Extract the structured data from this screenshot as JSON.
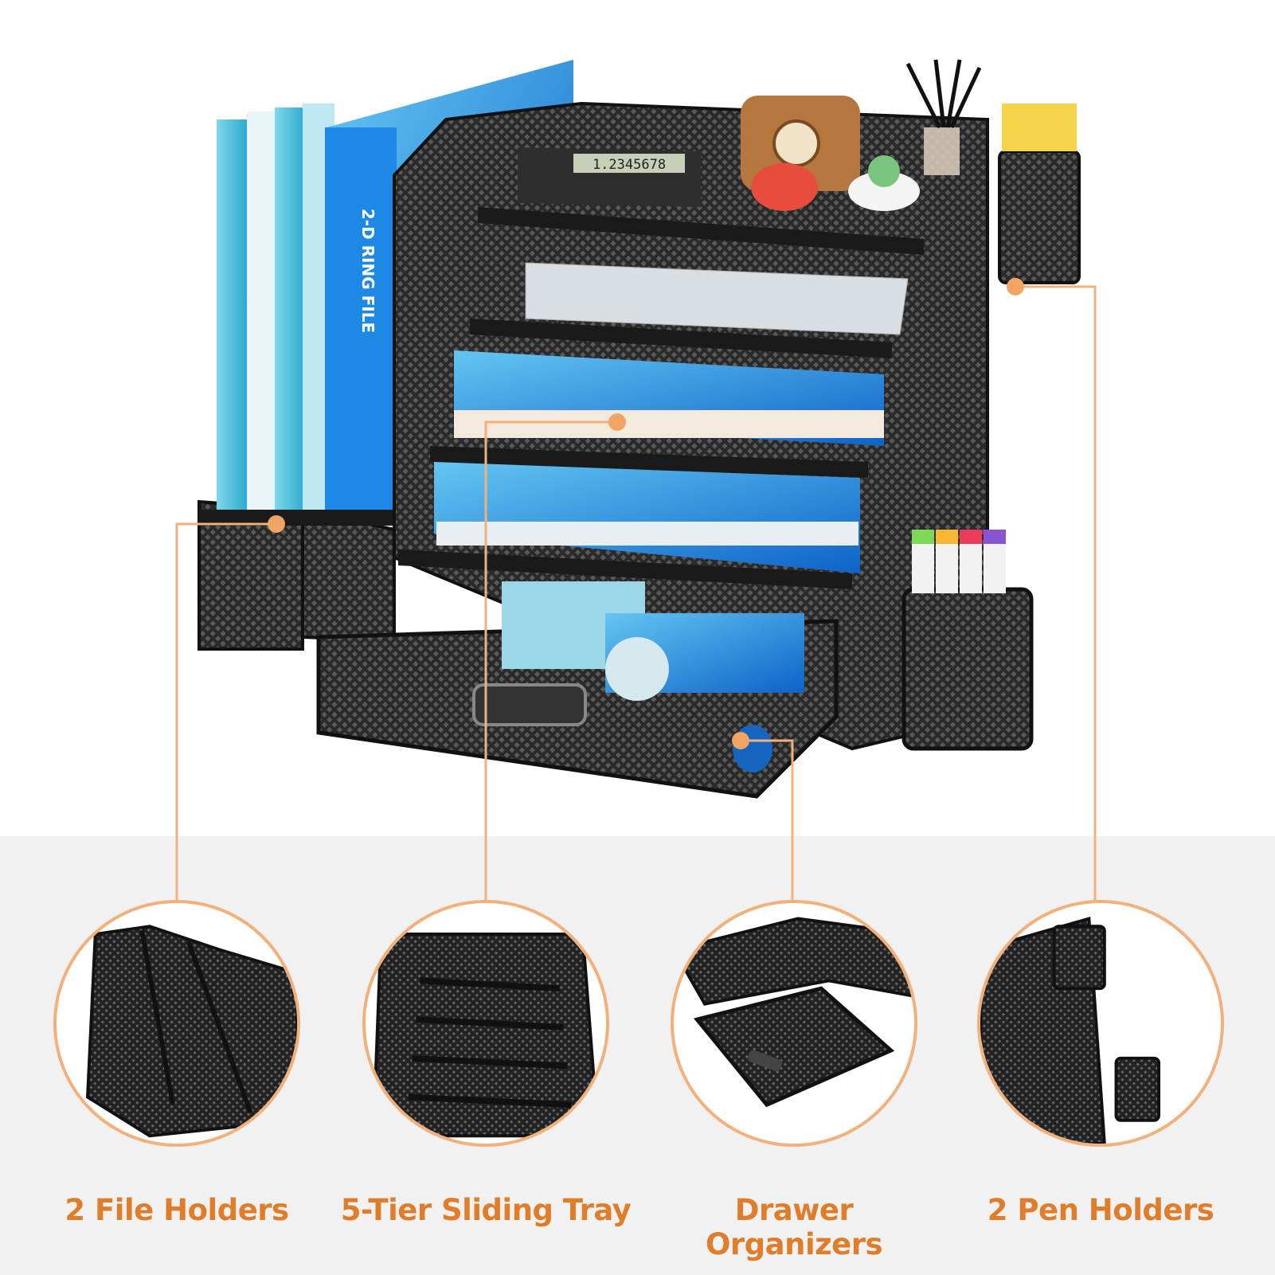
{
  "binder_spine_text": "2-D RING FILE",
  "calculator_display": "1.2345678",
  "features": [
    {
      "label": "2 File Holders",
      "icon": "file-holder-closeup"
    },
    {
      "label": "5-Tier Sliding Tray",
      "icon": "sliding-tray-closeup"
    },
    {
      "label": "Drawer Organizers",
      "icon": "drawer-closeup"
    },
    {
      "label": "2 Pen Holders",
      "icon": "pen-holder-closeup"
    }
  ],
  "colors": {
    "accent": "#e07d2a",
    "callout_line": "#f2b07a",
    "mesh": "#1b1b1b",
    "binder_blue": "#1e88e5",
    "band_background": "#f1f1f1"
  }
}
